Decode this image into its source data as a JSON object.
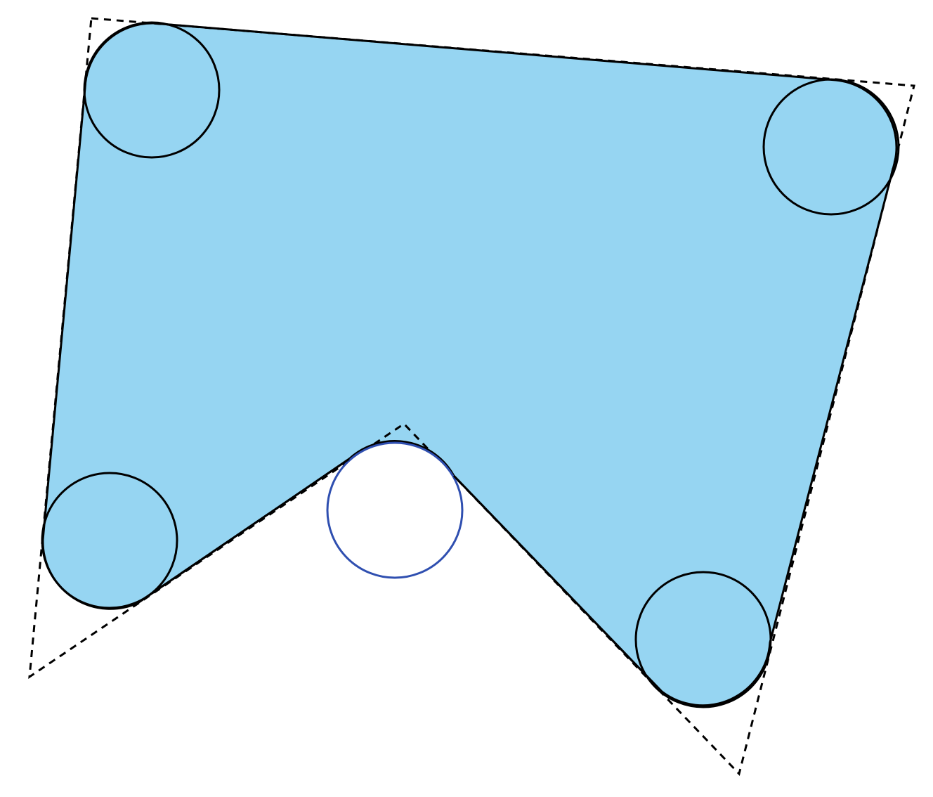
{
  "diagram": {
    "colors": {
      "fill": "#96d5f2",
      "outline": "#000000",
      "notch_circle": "#2f4fb0",
      "background": "#ffffff"
    },
    "line_styles": {
      "original_polygon": "dashed",
      "rounded_offset_shape": "solid"
    },
    "corner_circles": 4,
    "notch_circles": 1
  }
}
